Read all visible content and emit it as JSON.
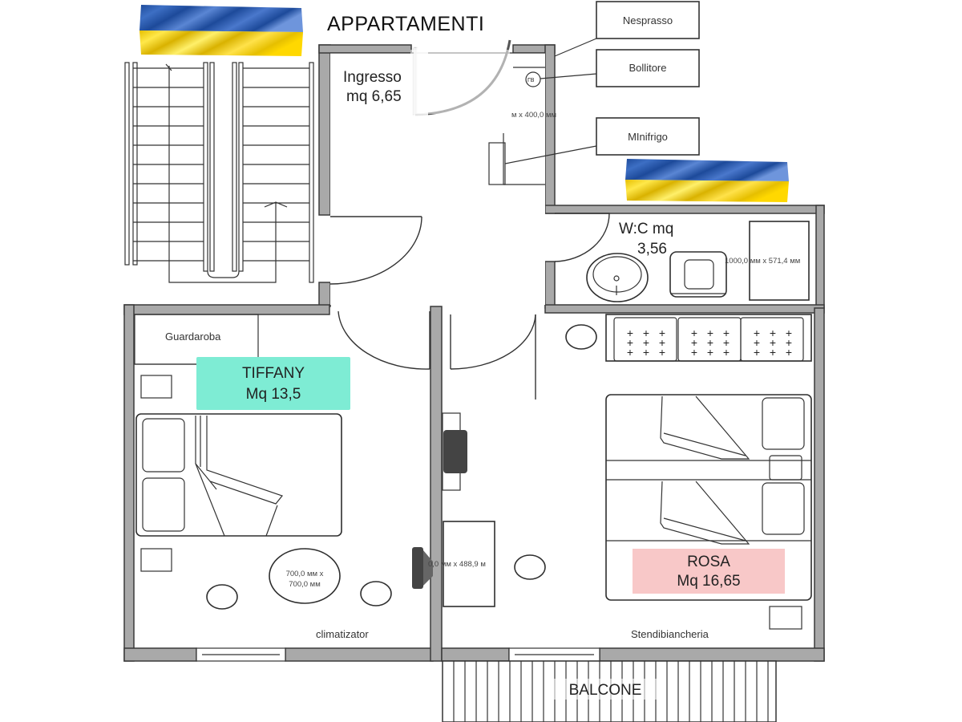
{
  "title": "APPARTAMENTI",
  "rooms": {
    "ingresso": {
      "name": "Ingresso",
      "area": "mq 6,65"
    },
    "wc": {
      "name": "W:C mq",
      "area": "3,56"
    },
    "tiffany": {
      "name": "TIFFANY",
      "area": "Mq 13,5",
      "color": "#7eecd4"
    },
    "rosa": {
      "name": "ROSA",
      "area": "Mq 16,65",
      "color": "#f8c8c8"
    },
    "balcone": {
      "name": "BALCONE"
    }
  },
  "callouts": {
    "nespresso": "Nesprasso",
    "bollitore": "Bollitore",
    "minifrigo": "MInifrigo"
  },
  "labels": {
    "guardaroba": "Guardaroba",
    "climatizator": "climatizator",
    "stendibiancheria": "Stendibiancheria",
    "table_dim_1": "700,0 мм x",
    "table_dim_2": "700,0 мм",
    "desk_dim": "0,0 мм x 488,9 м",
    "shower_dim": "1000,0 мм x 571,4 мм",
    "counter_dim": "м x 400,0 мм",
    "kettle_mark": "ГВ"
  },
  "flags": [
    {
      "name": "ukraine-flag",
      "top": "#2a5db0",
      "bottom": "#f5d40f"
    }
  ],
  "colors": {
    "wall": "#a9a9a9",
    "flag_blue": "#2a5db0",
    "flag_yellow": "#f5d40f"
  }
}
